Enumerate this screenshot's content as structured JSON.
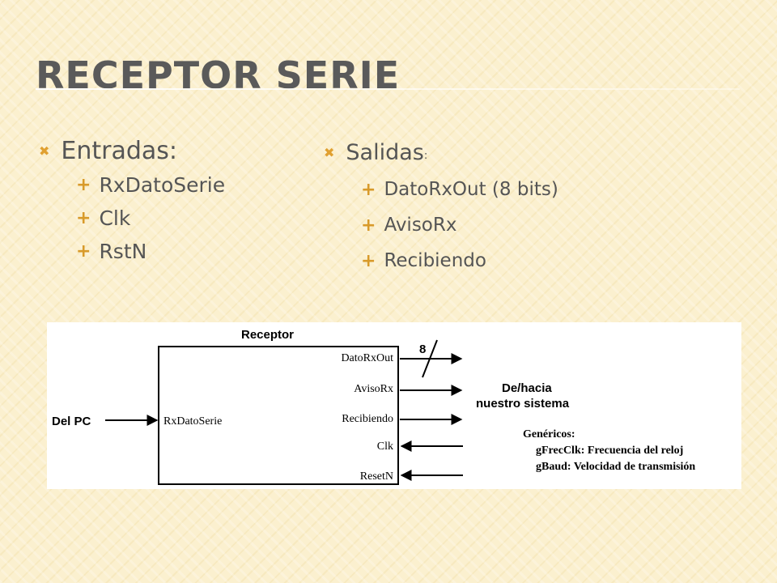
{
  "slide": {
    "title": "Receptor serie"
  },
  "inputs": {
    "heading": "Entradas:",
    "items": [
      "RxDatoSerie",
      "Clk",
      "RstN"
    ]
  },
  "outputs": {
    "heading": "Salidas",
    "heading_suffix": ":",
    "items": [
      "DatoRxOut (8 bits)",
      "AvisoRx",
      "Recibiendo"
    ]
  },
  "diagram": {
    "block_label": "Receptor",
    "input_source": "Del PC",
    "input_port": "RxDatoSerie",
    "ports": {
      "dato_rx_out": "DatoRxOut",
      "aviso_rx": "AvisoRx",
      "recibiendo": "Recibiendo",
      "clk": "Clk",
      "reset_n": "ResetN"
    },
    "bus_width": "8",
    "destination_line1": "De/hacia",
    "destination_line2": "nuestro sistema",
    "generics_heading": "Genéricos:",
    "generics": [
      "gFrecClk: Frecuencia del reloj",
      "gBaud: Velocidad de transmisión"
    ]
  },
  "colors": {
    "accent": "#e0a030",
    "text": "#555555",
    "background": "#fbf0cf"
  }
}
